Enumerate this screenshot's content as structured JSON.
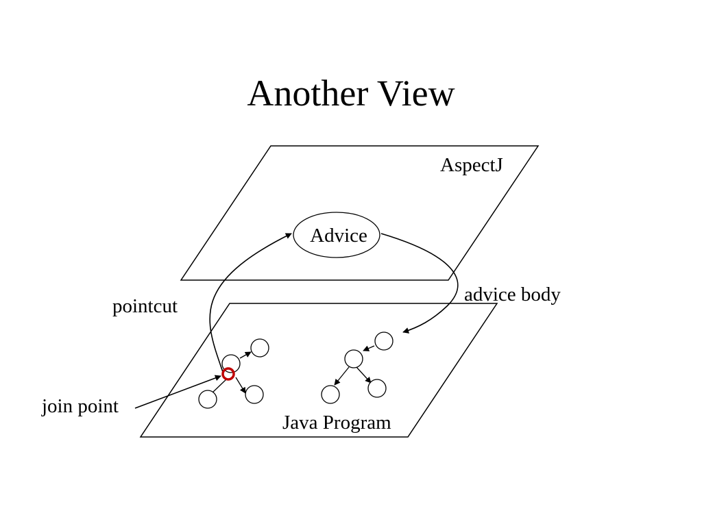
{
  "title": "Another View",
  "labels": {
    "aspectj": "AspectJ",
    "advice": "Advice",
    "advice_body": "advice body",
    "pointcut": "pointcut",
    "join_point": "join point",
    "java_program": "Java Program"
  },
  "colors": {
    "join_point_marker": "#c00000"
  }
}
